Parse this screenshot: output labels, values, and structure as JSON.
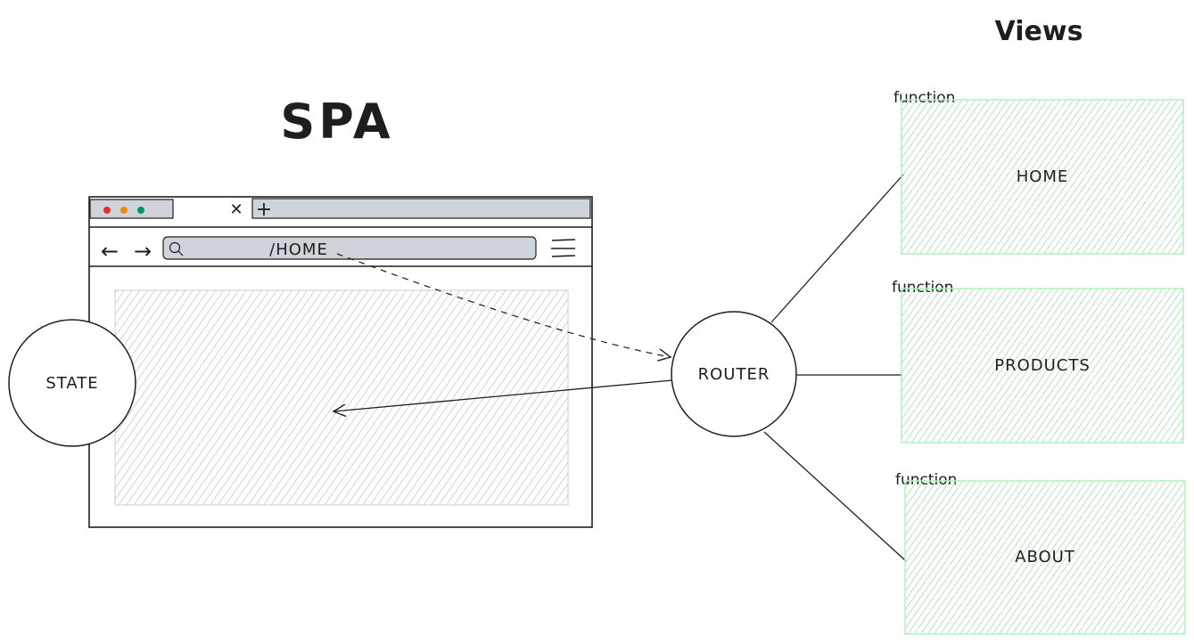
{
  "title": "SPA",
  "views_heading": "Views",
  "browser": {
    "address": "/HOME",
    "tab_close_glyph": "✕",
    "tab_new_glyph": "+",
    "back_glyph": "←",
    "forward_glyph": "→"
  },
  "state_label": "STATE",
  "router_label": "ROUTER",
  "views": [
    {
      "tag": "function",
      "label": "HOME"
    },
    {
      "tag": "function",
      "label": "PRODUCTS"
    },
    {
      "tag": "function",
      "label": "ABOUT"
    }
  ],
  "colors": {
    "stroke": "#1e1e1e",
    "view_fill": "#b2f2bb",
    "view_hatch": "#7fcf8a",
    "content_hatch": "#b8b8b8",
    "tabbar": "#ced4da",
    "dot_red": "#e03131",
    "dot_orange": "#f08c00",
    "dot_green": "#099268"
  }
}
